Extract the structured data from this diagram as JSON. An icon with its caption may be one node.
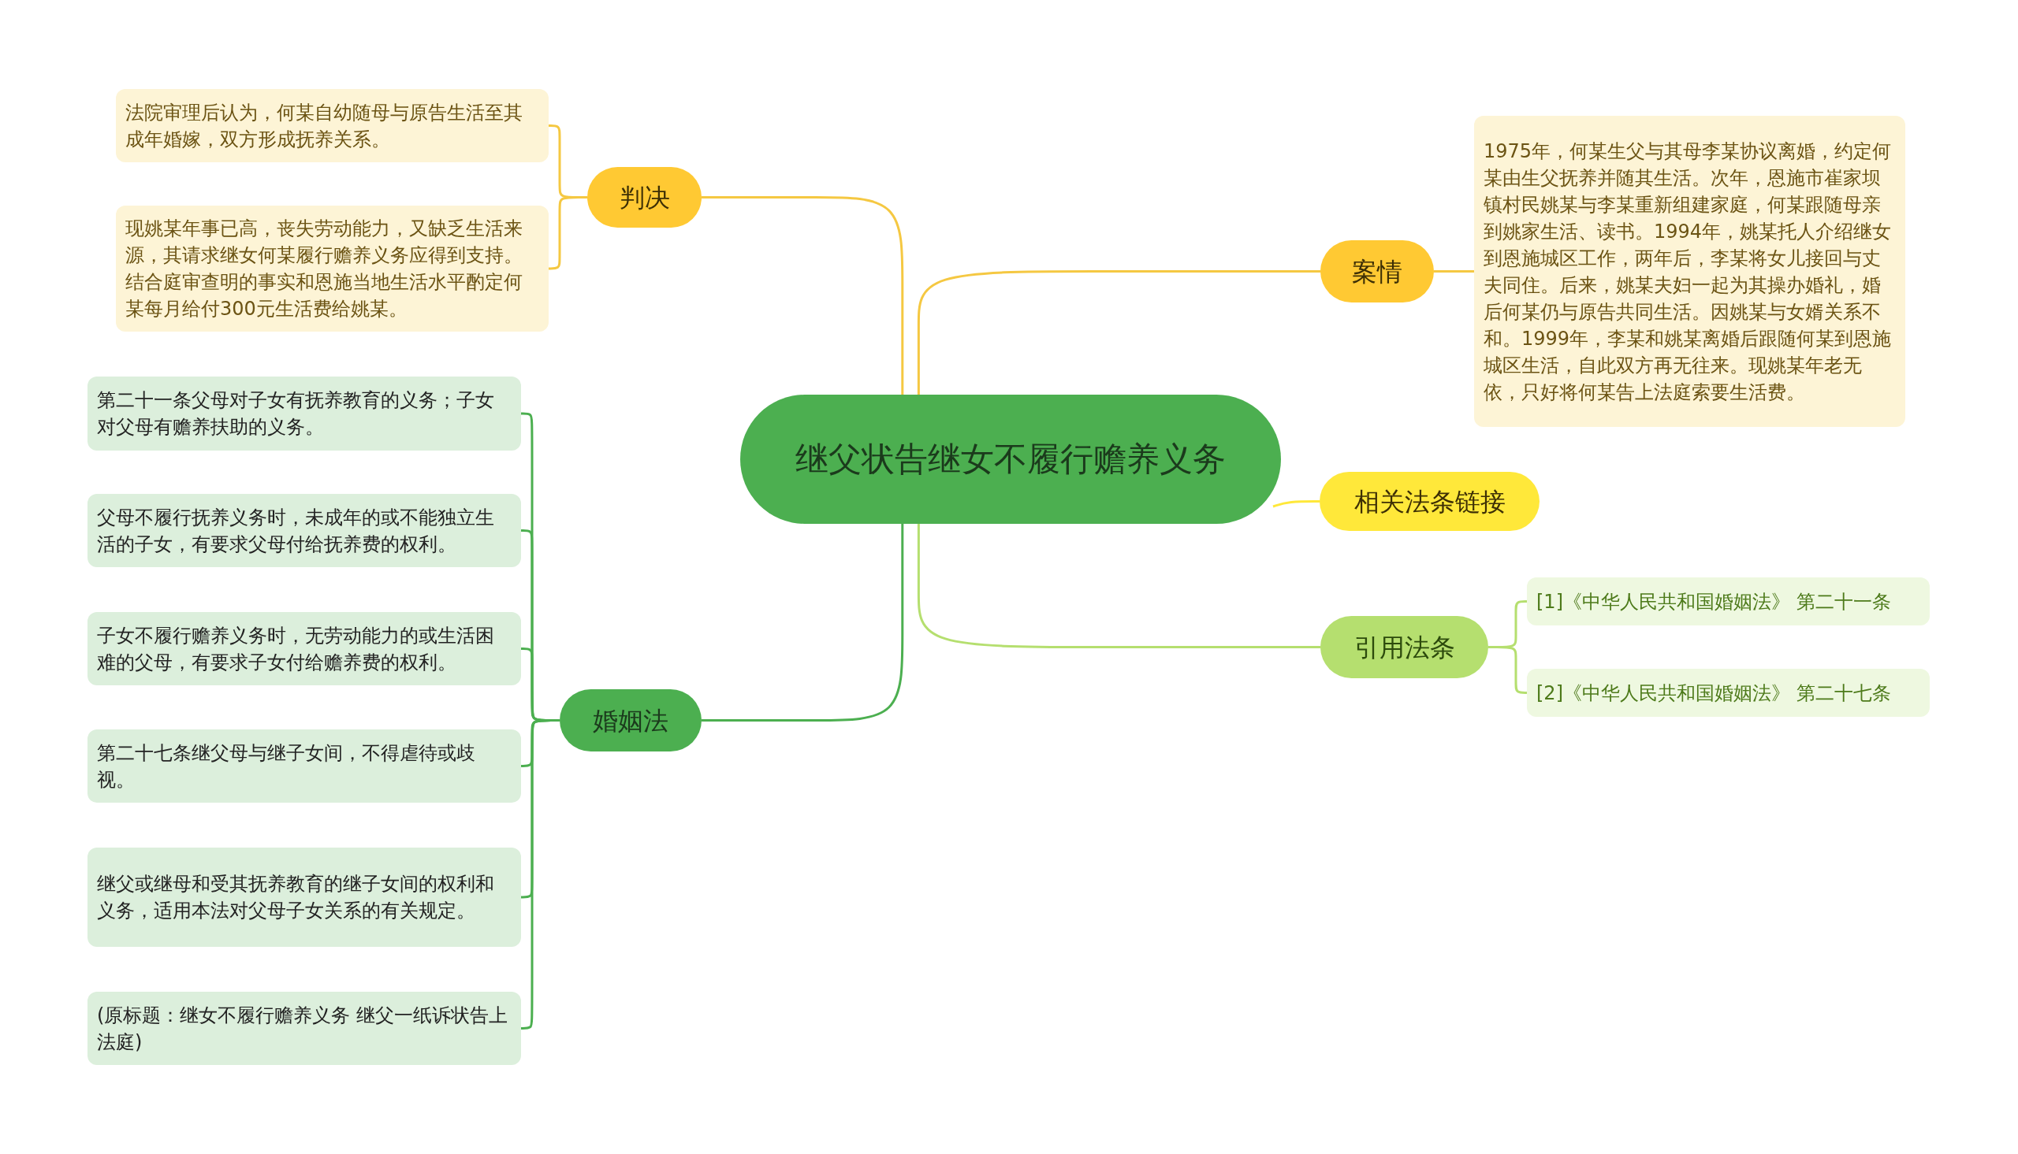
{
  "diagram": {
    "nodes": [
      {
        "text": [
          "继父状告继女不履行赡养义务"
        ]
      },
      {
        "text": [
          "判决"
        ]
      },
      {
        "text": [
          "法院审理后认为，何某自幼随母与原告生活至其成年婚嫁，双方形成抚养关系。"
        ]
      },
      {
        "text": [
          "现姚某年事已高，丧失劳动能力，又缺乏生活来源，其请求继女何某履行赡养义务应得到支持。结合庭审查明的事实和恩施当地生活水平酌定何某每月给付300元生活费给姚某。"
        ]
      },
      {
        "text": [
          "案情"
        ]
      },
      {
        "text": [
          "1975年，何某生父与其母李某协议离婚，约定何某由生父抚养并随其生活。次年，恩施市崔家坝镇村民姚某与李某重新组建家庭，何某跟随母亲到姚家生活、读书。1994年，姚某托人介绍继女到恩施城区工作，两年后，李某将女儿接回与丈夫同住。后来，姚某夫妇一起为其操办婚礼，婚后何某仍与原告共同生活。因姚某与女婿关系不和。1999年，李某和姚某离婚后跟随何某到恩施城区生活，自此双方再无往来。现姚某年老无依，只好将何某告上法庭索要生活费。"
        ]
      },
      {
        "text": [
          "相关法条链接"
        ]
      },
      {
        "text": [
          "婚姻法"
        ]
      },
      {
        "text": [
          "第二十一条父母对子女有抚养教育的义务；子女对父母有赡养扶助的义务。"
        ]
      },
      {
        "text": [
          "父母不履行抚养义务时，未成年的或不能独立生活的子女，有要求父母付给抚养费的权利。"
        ]
      },
      {
        "text": [
          "子女不履行赡养义务时，无劳动能力的或生活困难的父母，有要求子女付给赡养费的权利。"
        ]
      },
      {
        "text": [
          "第二十七条继父母与继子女间，不得虐待或歧视。"
        ]
      },
      {
        "text": [
          "继父或继母和受其抚养教育的继子女间的权利和义务，适用本法对父母子女关系的有关规定。"
        ]
      },
      {
        "text": [
          "(原标题：继女不履行赡养义务 继父一纸诉状告上法庭)"
        ]
      },
      {
        "text": [
          "引用法条"
        ]
      },
      {
        "text": [
          "[1]《中华人民共和国婚姻法》 第二十一条"
        ]
      },
      {
        "text": [
          "[2]《中华人民共和国婚姻法》 第二十七条"
        ]
      }
    ],
    "edges": [
      {
        "from": 0,
        "to": 1,
        "arrow": "none",
        "color": "#f5c842"
      },
      {
        "from": 1,
        "to": 2,
        "arrow": "none",
        "color": "#f5c842"
      },
      {
        "from": 1,
        "to": 3,
        "arrow": "none",
        "color": "#f5c842"
      },
      {
        "from": 0,
        "to": 4,
        "arrow": "none",
        "color": "#f5c842"
      },
      {
        "from": 4,
        "to": 5,
        "arrow": "none",
        "color": "#f5c842"
      },
      {
        "from": 0,
        "to": 6,
        "arrow": "none",
        "color": "#ffe83a"
      },
      {
        "from": 0,
        "to": 7,
        "arrow": "none"
      },
      {
        "from": 7,
        "to": 8,
        "arrow": "none"
      },
      {
        "from": 7,
        "to": 9,
        "arrow": "none"
      },
      {
        "from": 7,
        "to": 10,
        "arrow": "none"
      },
      {
        "from": 7,
        "to": 11,
        "arrow": "none"
      },
      {
        "from": 7,
        "to": 12,
        "arrow": "none"
      },
      {
        "from": 7,
        "to": 13,
        "arrow": "none"
      },
      {
        "from": 0,
        "to": 14,
        "arrow": "none",
        "color": "#b5df6f"
      },
      {
        "from": 14,
        "to": 15,
        "arrow": "none",
        "color": "#b5df6f"
      },
      {
        "from": 14,
        "to": 16,
        "arrow": "none",
        "color": "#b5df6f"
      }
    ]
  }
}
